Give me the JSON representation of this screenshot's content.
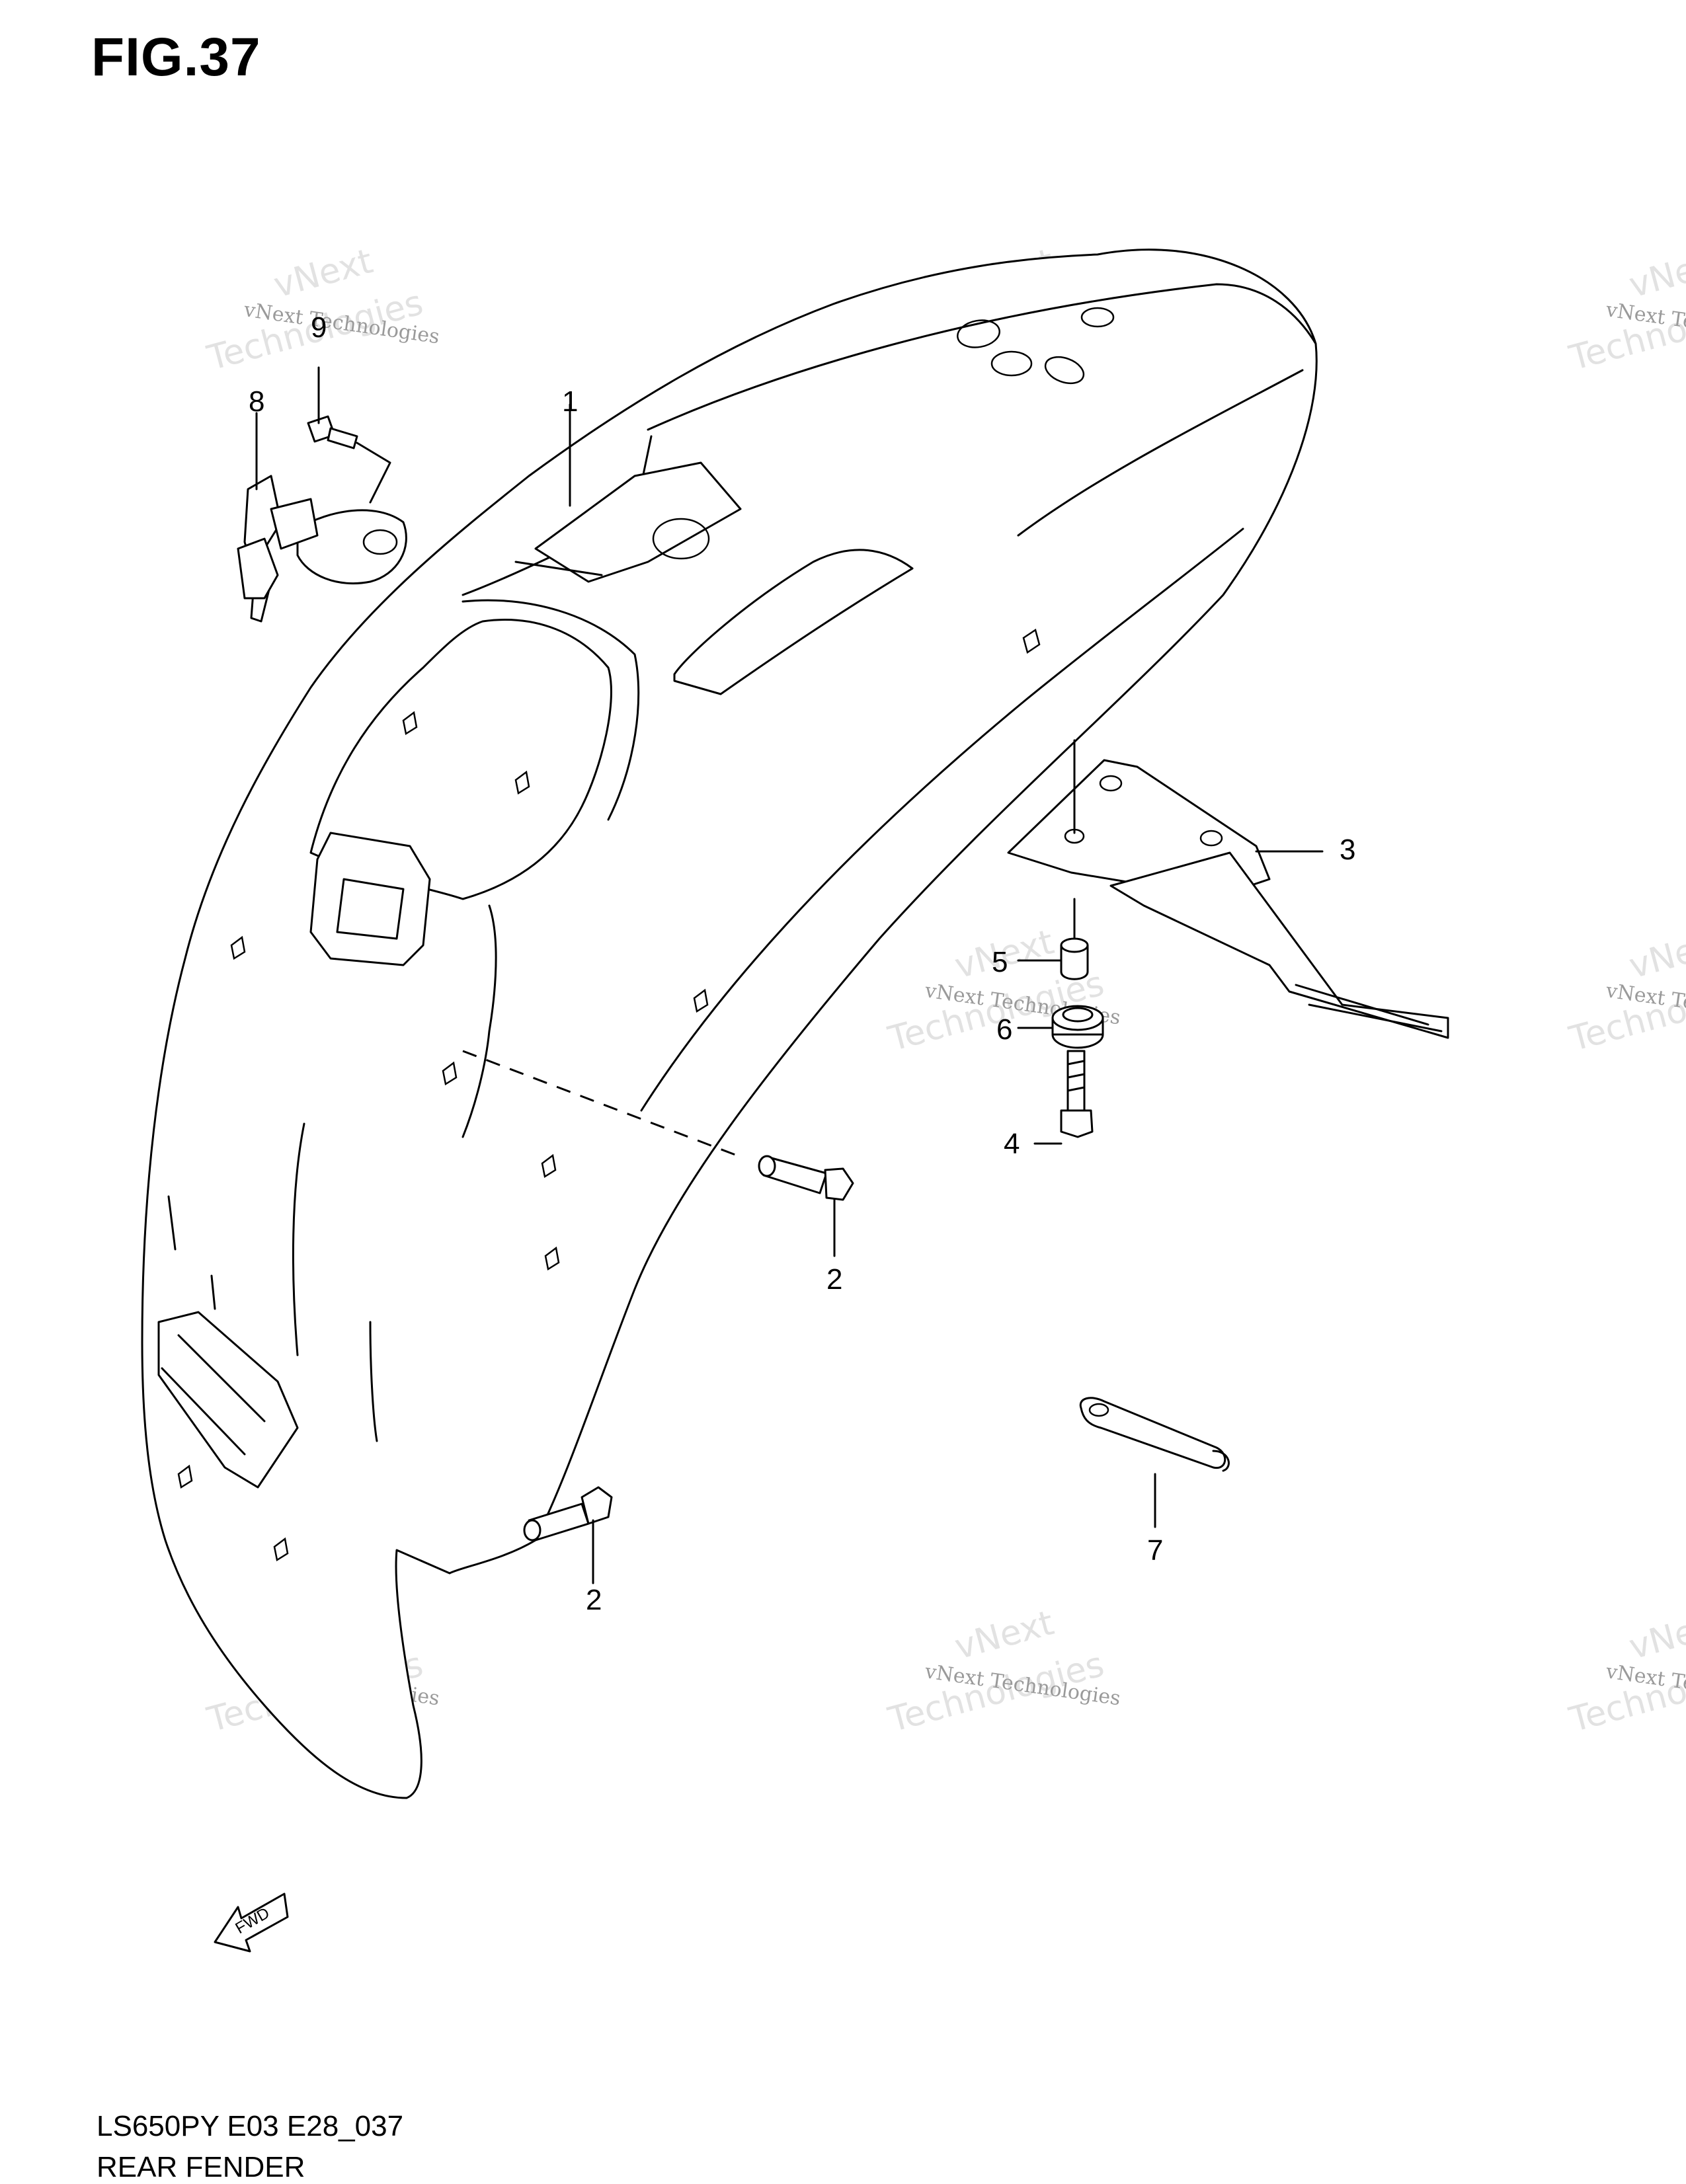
{
  "figure": {
    "title": "FIG.37"
  },
  "watermark": {
    "line1": "vNext",
    "line2": "Technologies",
    "line3": "vNext Technologies"
  },
  "callouts": {
    "part_1": "1",
    "part_2_upper": "2",
    "part_2_lower": "2",
    "part_3": "3",
    "part_4": "4",
    "part_5": "5",
    "part_6": "6",
    "part_7": "7",
    "part_8": "8",
    "part_9": "9"
  },
  "fwd_arrow": {
    "label": "FWD"
  },
  "footer": {
    "model_code": "LS650PY E03 E28_037",
    "caption": "REAR FENDER"
  }
}
